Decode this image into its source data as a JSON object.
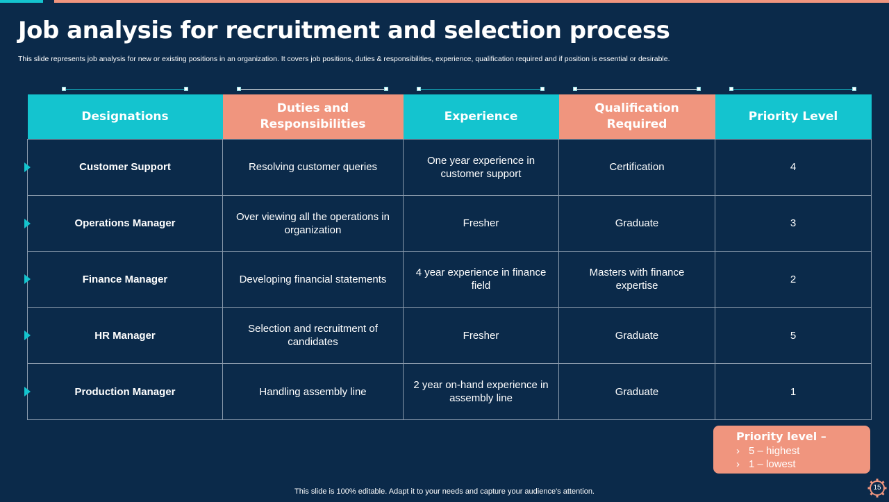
{
  "title": "Job analysis for recruitment and selection process",
  "subtitle": "This slide represents job analysis for new or existing positions in an organization. It covers job positions, duties & responsibilities, experience, qualification required and if position is essential or desirable.",
  "colors": {
    "background": "#0b2a4a",
    "teal": "#14c4cf",
    "salmon": "#f0957e"
  },
  "table": {
    "headers": [
      "Designations",
      "Duties and Responsibilities",
      "Experience",
      "Qualification Required",
      "Priority Level"
    ],
    "rows": [
      [
        "Customer Support",
        "Resolving customer queries",
        "One year experience in customer support",
        "Certification",
        "4"
      ],
      [
        "Operations Manager",
        "Over viewing all the operations in organization",
        "Fresher",
        "Graduate",
        "3"
      ],
      [
        "Finance Manager",
        "Developing financial statements",
        "4 year experience in finance field",
        "Masters with finance expertise",
        "2"
      ],
      [
        "HR Manager",
        "Selection and recruitment of candidates",
        "Fresher",
        "Graduate",
        "5"
      ],
      [
        "Production Manager",
        "Handling assembly line",
        "2 year on-hand experience in assembly line",
        "Graduate",
        "1"
      ]
    ]
  },
  "legend": {
    "title": "Priority level –",
    "items": [
      "5 – highest",
      "1 – lowest"
    ]
  },
  "footer": "This slide is 100% editable. Adapt it to your needs and capture your audience's attention.",
  "page_number": "15"
}
